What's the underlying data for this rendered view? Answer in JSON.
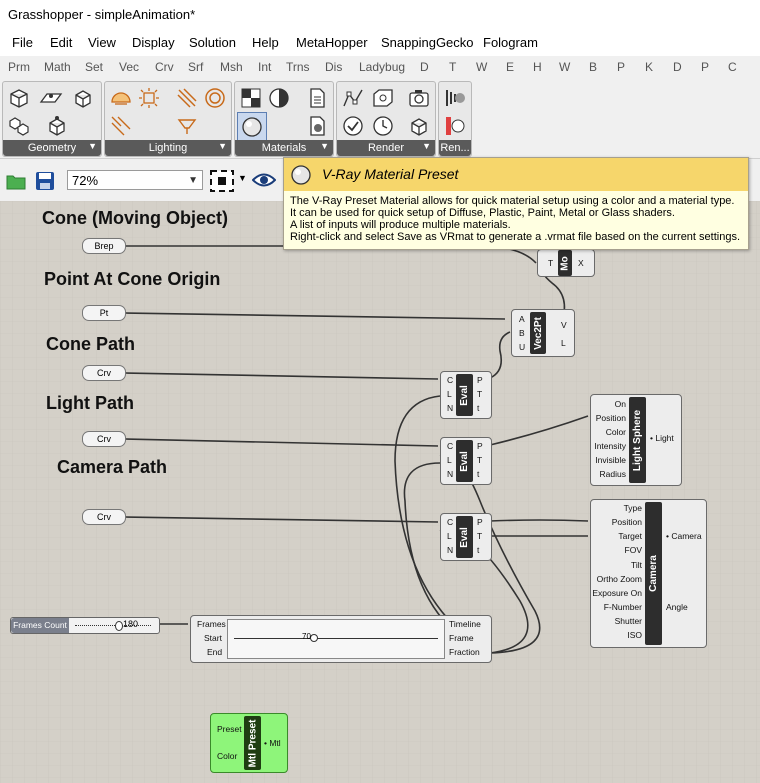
{
  "window": {
    "title": "Grasshopper - simpleAnimation*"
  },
  "menu": [
    "File",
    "Edit",
    "View",
    "Display",
    "Solution",
    "Help",
    "MetaHopper",
    "SnappingGecko",
    "Fologram"
  ],
  "tabs": [
    "Prm",
    "Math",
    "Set",
    "Vec",
    "Crv",
    "Srf",
    "Msh",
    "Int",
    "Trns",
    "Dis",
    "Ladybug",
    "D",
    "T",
    "W",
    "E",
    "H",
    "W",
    "B",
    "P",
    "K",
    "D",
    "P",
    "C"
  ],
  "ribbon": {
    "panels": [
      "Geometry",
      "Lighting",
      "Materials",
      "Render",
      "Ren..."
    ]
  },
  "toolbar": {
    "zoom": "72%"
  },
  "tooltip": {
    "title": "V-Ray Material Preset",
    "lines": [
      "The V-Ray Preset Material allows for quick material setup using a color and a material type.",
      "It can be used for quick setup of Diffuse, Plastic, Paint, Metal or Glass shaders.",
      "A list of inputs will produce multiple materials.",
      "Right-click and select Save as VRmat to generate a .vrmat file based on the current settings."
    ]
  },
  "canvas": {
    "groups": [
      "Cone (Moving Object)",
      "Point At Cone Origin",
      "Cone Path",
      "Light Path",
      "Camera Path"
    ],
    "params": {
      "brep": "Brep",
      "pt": "Pt",
      "crv": "Crv"
    },
    "move": {
      "name": "Mo",
      "inputs": [
        "T"
      ],
      "outputs": [
        "X"
      ]
    },
    "vec2pt": {
      "name": "Vec2Pt",
      "inputs": [
        "A",
        "B",
        "U"
      ],
      "outputs": [
        "V",
        "L"
      ]
    },
    "eval": {
      "name": "Eval",
      "inputs": [
        "C",
        "L",
        "N"
      ],
      "outputs": [
        "P",
        "T",
        "t"
      ]
    },
    "light_sphere": {
      "name": "Light Sphere",
      "inputs": [
        "On",
        "Position",
        "Color",
        "Intensity",
        "Invisible",
        "Radius"
      ],
      "output": "Light"
    },
    "camera": {
      "name": "Camera",
      "inputs": [
        "Type",
        "Position",
        "Target",
        "FOV",
        "Tilt",
        "Ortho Zoom",
        "Exposure On",
        "F-Number",
        "Shutter",
        "ISO"
      ],
      "outputs": [
        "Camera",
        "Angle"
      ]
    },
    "slider": {
      "label": "Frames Count",
      "value": "180"
    },
    "timeline": {
      "inputs": [
        "Frames",
        "Start",
        "End"
      ],
      "outputs": [
        "Timeline",
        "Frame",
        "Fraction"
      ],
      "value": "70"
    },
    "mtl_preset": {
      "name": "Mtl Preset",
      "inputs": [
        "Preset",
        "Color"
      ],
      "output": "Mtl"
    }
  }
}
